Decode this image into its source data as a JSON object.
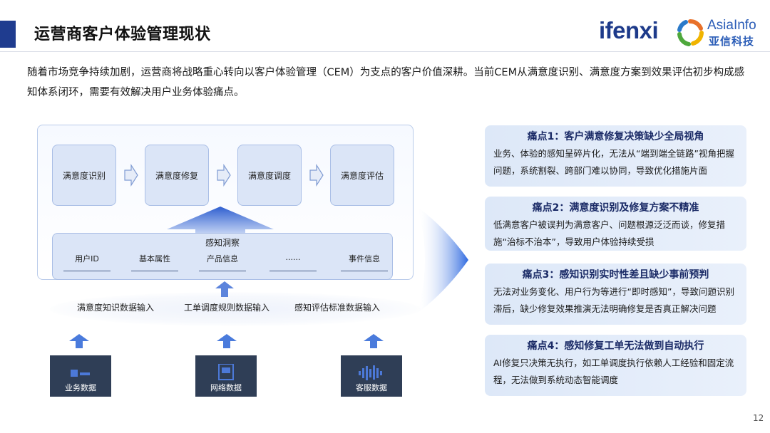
{
  "header": {
    "title": "运营商客户体验管理现状",
    "logo_ifenxi": "ifenxi",
    "logo_asiainfo": "AsiaInfo",
    "logo_asiainfo_cn": "亚信科技"
  },
  "intro": "随着市场竞争持续加剧，运营商将战略重心转向以客户体验管理（CEM）为支点的客户价值深耕。当前CEM从满意度识别、满意度方案到效果评估初步构成感知体系闭环，需要有效解决用户业务体验痛点。",
  "diagram": {
    "steps": [
      "满意度识别",
      "满意度修复",
      "满意度调度",
      "满意度评估"
    ],
    "sense": {
      "title": "感知洞察",
      "items": [
        "用户ID",
        "基本属性",
        "产品信息",
        "......",
        "事件信息"
      ]
    },
    "inputs": [
      "满意度知识数据输入",
      "工单调度规则数据输入",
      "感知评估标准数据输入"
    ],
    "sources": [
      {
        "label": "业务数据",
        "icon": "business-data-icon"
      },
      {
        "label": "网络数据",
        "icon": "network-data-icon"
      },
      {
        "label": "客服数据",
        "icon": "customer-service-data-icon"
      }
    ]
  },
  "pain_points": [
    {
      "title": "痛点1：客户满意修复决策缺少全局视角",
      "body": "业务、体验的感知呈碎片化，无法从“端到端全链路”视角把握问题，系统割裂、跨部门难以协同，导致优化措施片面"
    },
    {
      "title": "痛点2：满意度识别及修复方案不精准",
      "body": "低满意客户被误判为满意客户、问题根源泛泛而谈，修复措施“治标不治本”，导致用户体验持续受损"
    },
    {
      "title": "痛点3：感知识别实时性差且缺少事前预判",
      "body": "无法对业务变化、用户行为等进行“即时感知”，导致问题识别滞后，缺少修复效果推演无法明确修复是否真正解决问题"
    },
    {
      "title": "痛点4：感知修复工单无法做到自动执行",
      "body": "AI修复只决策无执行，如工单调度执行依赖人工经验和固定流程，无法做到系统动态智能调度"
    }
  ],
  "page_number": "12",
  "colors": {
    "brand": "#1f3c8f",
    "card": "#dde8f8",
    "step": "#dbe5f7",
    "source": "#2f3e56"
  }
}
